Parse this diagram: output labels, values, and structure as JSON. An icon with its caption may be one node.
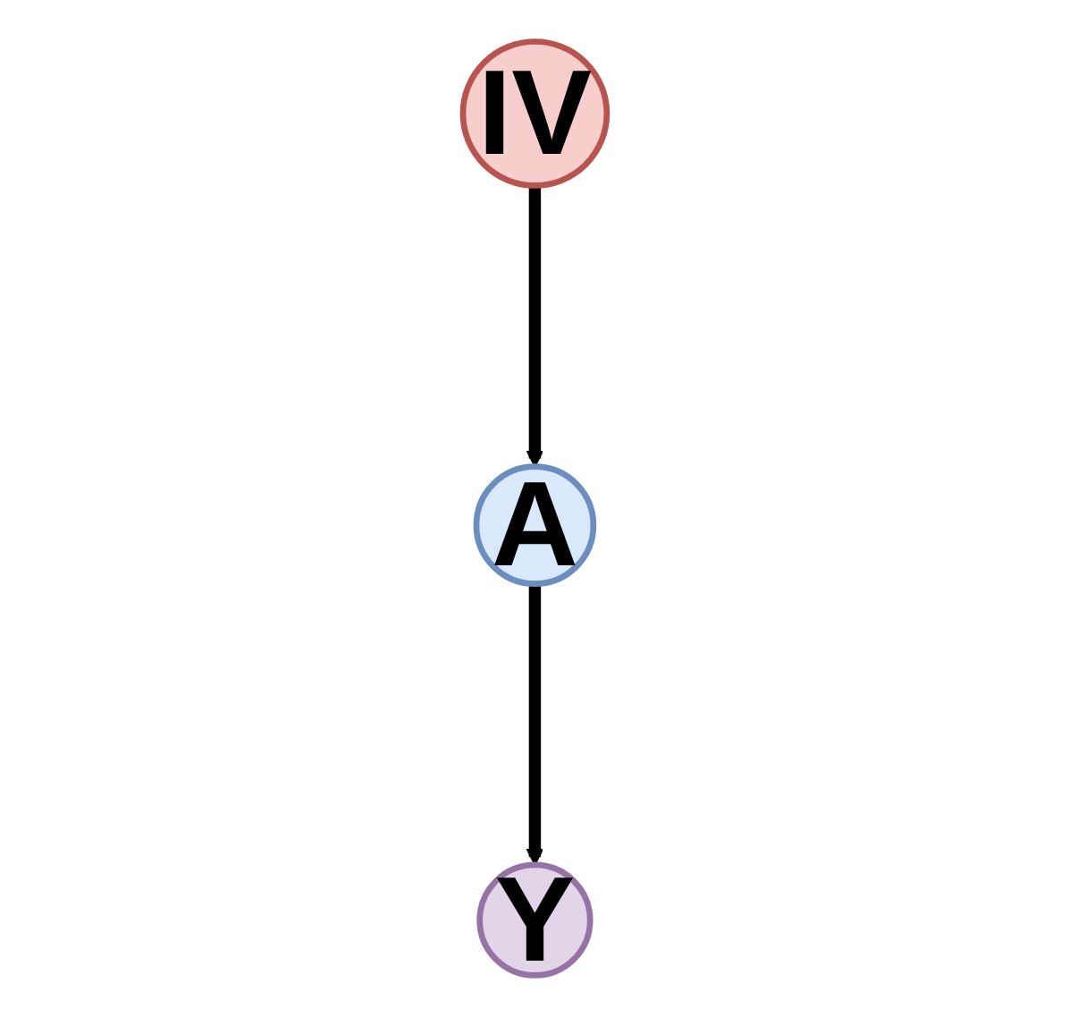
{
  "diagram": {
    "nodes": [
      {
        "text": [
          "IV"
        ]
      },
      {
        "text": [
          "A"
        ]
      },
      {
        "text": [
          "Y"
        ]
      }
    ],
    "edges": [
      {
        "from": 0,
        "to": 1,
        "arrow": "to"
      },
      {
        "from": 1,
        "to": 2,
        "arrow": "to"
      }
    ]
  }
}
